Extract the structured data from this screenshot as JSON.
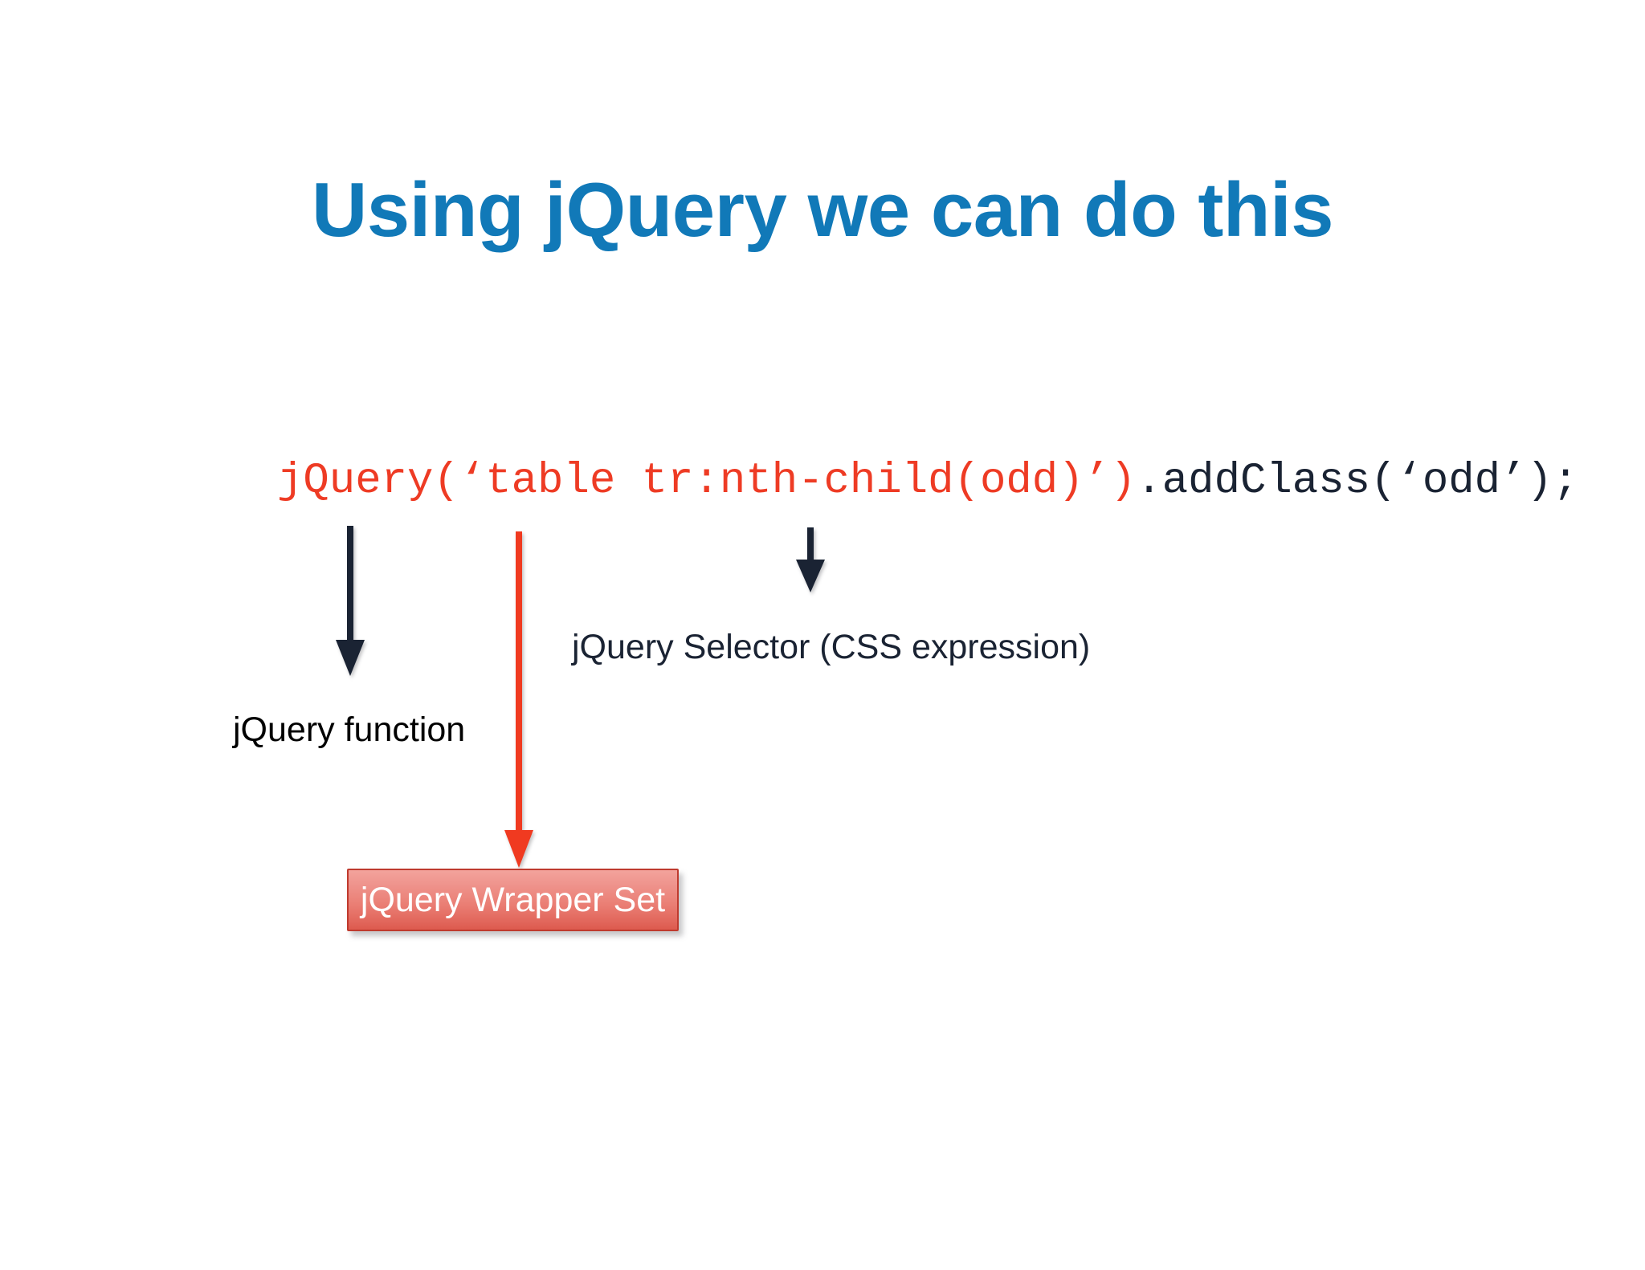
{
  "slide": {
    "title": "Using jQuery we can do this",
    "background_color": "#FFFFFF",
    "title_color": "#1179B8"
  },
  "code": {
    "full_text": "jQuery('table tr:nth-child(odd)').addClass('odd');",
    "selector_part": "jQuery(‘table tr:nth-child(odd)’)",
    "selector_part_color": "#EE3B24",
    "method_part": ".addClass(‘odd’);",
    "method_part_color": "#1A2333"
  },
  "annotations": [
    {
      "id": "jquery-function",
      "label": "jQuery function",
      "label_color": "#010101",
      "arrow_color": "#1A2333",
      "arrow_name": "arrow-down-jquery-function"
    },
    {
      "id": "jquery-selector",
      "label": "jQuery Selector (CSS expression)",
      "label_color": "#1A2333",
      "arrow_color": "#1A2333",
      "arrow_name": "arrow-down-jquery-selector"
    },
    {
      "id": "jquery-wrapper-set",
      "label": "jQuery Wrapper Set",
      "label_color": "#FFFFFF",
      "arrow_color": "#EE3B24",
      "arrow_name": "arrow-down-jquery-wrapper-set"
    }
  ],
  "wrapper_box": {
    "label": "jQuery Wrapper Set",
    "text_color": "#FFFFFF",
    "gradient_top": "#F3A39C",
    "gradient_bottom": "#DD5A4E",
    "border_color": "#BF3A2E"
  }
}
